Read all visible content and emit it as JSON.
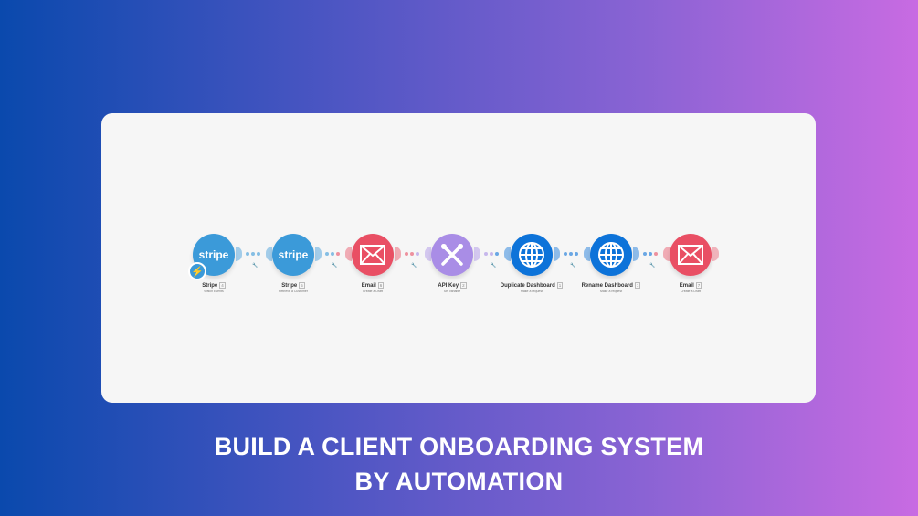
{
  "scenario": {
    "nodes": [
      {
        "app": "Stripe",
        "action": "Watch Events",
        "badge": "4",
        "icon": "stripe-logo",
        "color": "#3b9ad9",
        "trigger": true
      },
      {
        "app": "Stripe",
        "action": "Retrieve a Customer",
        "badge": "5",
        "icon": "stripe-logo",
        "color": "#3b9ad9"
      },
      {
        "app": "Email",
        "action": "Create a Draft",
        "badge": "6",
        "icon": "envelope-icon",
        "color": "#e94f64"
      },
      {
        "app": "API Key",
        "action": "Set variable",
        "badge": "2",
        "icon": "tools-icon",
        "color": "#a98de6"
      },
      {
        "app": "Duplicate Dashboard",
        "action": "Make a request",
        "badge": "1",
        "icon": "globe-icon",
        "color": "#0d73d9"
      },
      {
        "app": "Rename Dashboard",
        "action": "Make a request",
        "badge": "1",
        "icon": "globe-icon",
        "color": "#0d73d9"
      },
      {
        "app": "Email",
        "action": "Create a Draft",
        "badge": "7",
        "icon": "envelope-icon",
        "color": "#e94f64"
      }
    ],
    "stripe_text": "stripe"
  },
  "headline": {
    "line1": "BUILD A CLIENT ONBOARDING SYSTEM",
    "line2": "BY AUTOMATION"
  }
}
